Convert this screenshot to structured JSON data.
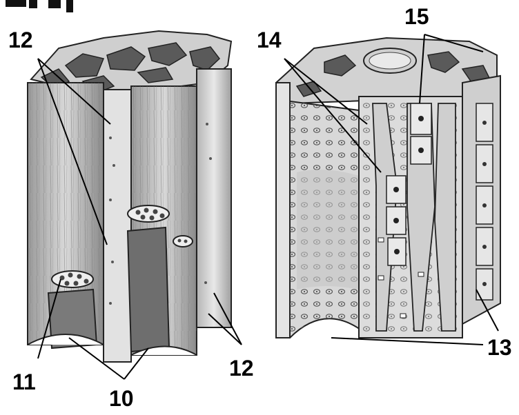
{
  "figure": {
    "header_fragment": "g  y",
    "labels": {
      "left_top": "12",
      "left_pit": "11",
      "left_bottom": "10",
      "left_right": "12",
      "right_top_left": "14",
      "right_top_right": "15",
      "right_bottom": "13"
    }
  }
}
